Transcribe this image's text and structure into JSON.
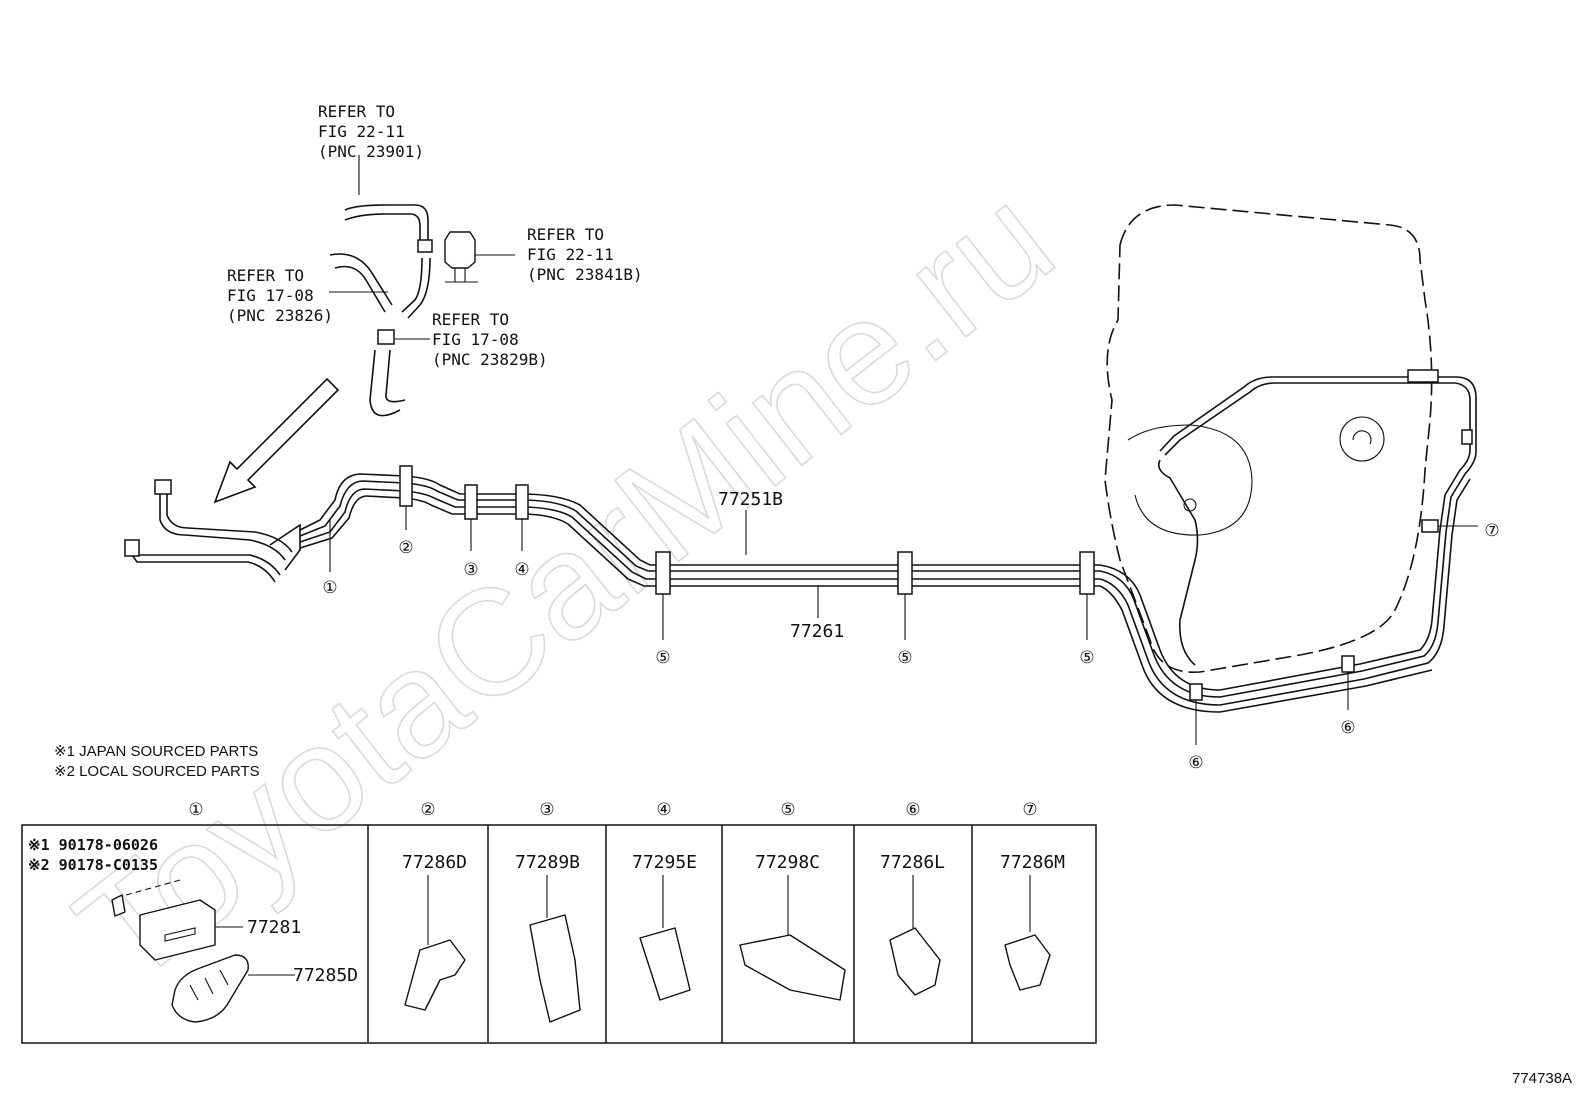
{
  "watermark": "ToyotaCarMine.ru",
  "figure_code": "774738A",
  "references": {
    "ref1": {
      "line1": "REFER TO",
      "line2": "FIG 22-11",
      "line3": "(PNC 23901)"
    },
    "ref2": {
      "line1": "REFER TO",
      "line2": "FIG 22-11",
      "line3": "(PNC 23841B)"
    },
    "ref3": {
      "line1": "REFER TO",
      "line2": "FIG 17-08",
      "line3": "(PNC 23826)"
    },
    "ref4": {
      "line1": "REFER TO",
      "line2": "FIG 17-08",
      "line3": "(PNC 23829B)"
    }
  },
  "main_parts": {
    "upper_pipe": "77251B",
    "lower_pipe": "77261"
  },
  "callout_numbers": [
    "①",
    "②",
    "③",
    "④",
    "⑤",
    "⑥",
    "⑦"
  ],
  "notes": {
    "note1": "※1  JAPAN SOURCED PARTS",
    "note2": "※2  LOCAL SOURCED PARTS"
  },
  "legend_table": {
    "headers": [
      "①",
      "②",
      "③",
      "④",
      "⑤",
      "⑥",
      "⑦"
    ],
    "cell1": {
      "line1": "※1 90178-06026",
      "line2": "※2 90178-C0135",
      "part_a": "77281",
      "part_b": "77285D"
    },
    "parts": [
      "77286D",
      "77289B",
      "77295E",
      "77298C",
      "77286L",
      "77286M"
    ]
  }
}
